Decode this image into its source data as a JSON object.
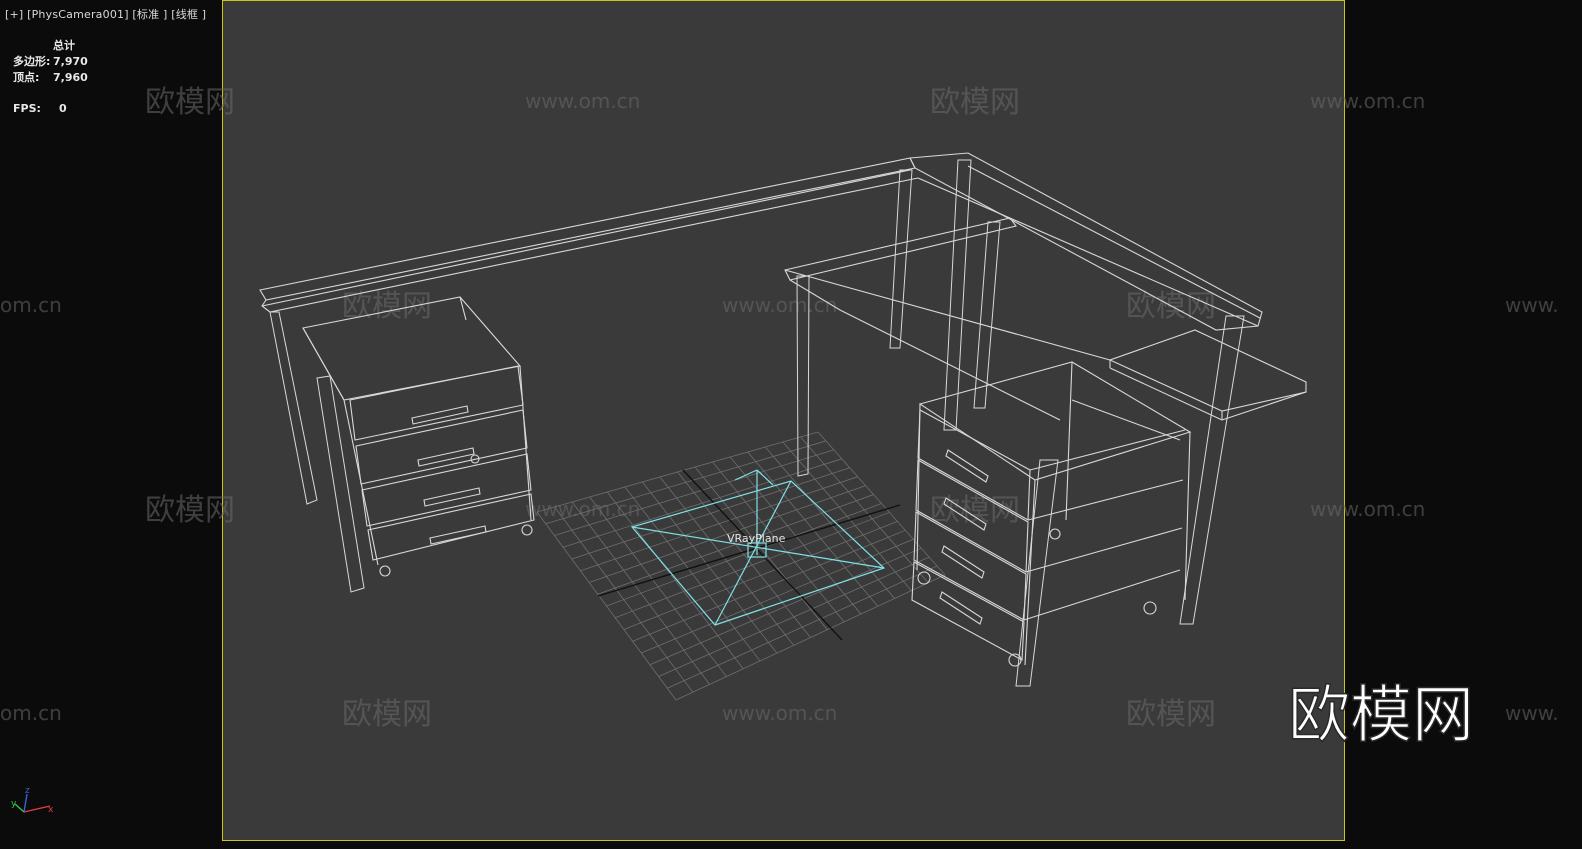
{
  "viewport": {
    "menu_plus": "[+]",
    "camera": "[PhysCamera001]",
    "shading_mode": "[标准 ]",
    "display_mode": "[线框 ]"
  },
  "stats": {
    "header": "总计",
    "polys_label": "多边形:",
    "polys_value": "7,970",
    "verts_label": "顶点:",
    "verts_value": "7,960",
    "fps_label": "FPS:",
    "fps_value": "0"
  },
  "scene": {
    "object_label": "VRayPlane",
    "wire_color": "#d8d8d8",
    "plane_color": "#7fe0e6",
    "grid_color": "#6e6e6e"
  },
  "watermarks": {
    "brand_cn": "欧模网",
    "brand_url": "www.om.cn",
    "brand_url_cut": "om.cn",
    "brand_url_cut_right": "www."
  },
  "axis_gizmo": {
    "x": "x",
    "y": "y",
    "z": "z"
  },
  "colors": {
    "frame": "#c9c51a",
    "viewport_bg": "#3a3a3a",
    "outer_bg": "#0b0b0b"
  }
}
